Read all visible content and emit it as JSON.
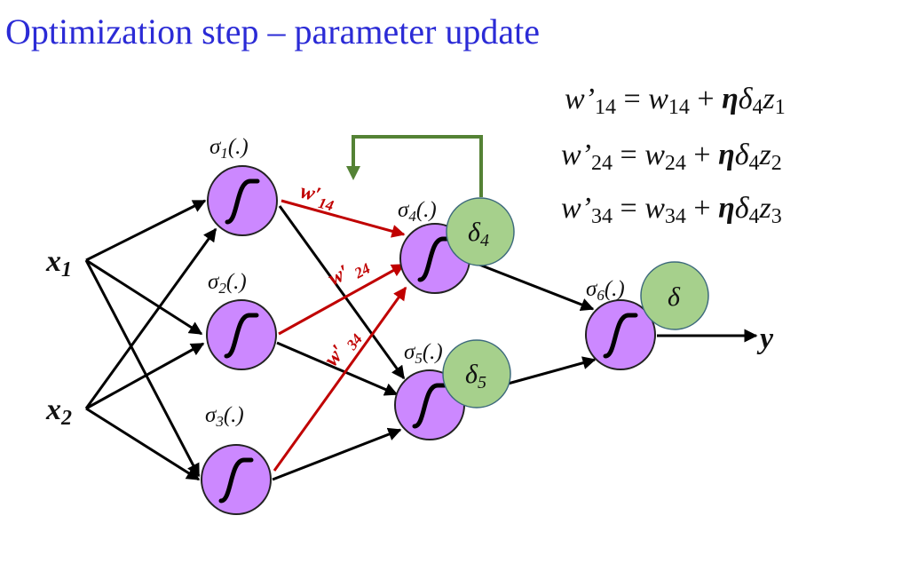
{
  "title": "Optimization step – parameter update",
  "equations": [
    {
      "lhs": "w’",
      "lhs_sub": "14",
      "eq": " = ",
      "w": "w",
      "w_sub": "14",
      "plus": " + ",
      "eta": "η",
      "delta": "δ",
      "delta_sub": "4",
      "z": "z",
      "z_sub": "1"
    },
    {
      "lhs": "w’",
      "lhs_sub": "24",
      "eq": " = ",
      "w": "w",
      "w_sub": "24",
      "plus": " + ",
      "eta": "η",
      "delta": "δ",
      "delta_sub": "4",
      "z": "z",
      "z_sub": "2"
    },
    {
      "lhs": "w’",
      "lhs_sub": "34",
      "eq": " = ",
      "w": "w",
      "w_sub": "34",
      "plus": " + ",
      "eta": "η",
      "delta": "δ",
      "delta_sub": "4",
      "z": "z",
      "z_sub": "3"
    }
  ],
  "inputs": [
    {
      "base": "x",
      "sub": "1"
    },
    {
      "base": "x",
      "sub": "2"
    }
  ],
  "neuron_labels": [
    {
      "sigma": "σ",
      "sub": "1",
      "suffix": "(.)"
    },
    {
      "sigma": "σ",
      "sub": "2",
      "suffix": "(.)"
    },
    {
      "sigma": "σ",
      "sub": "3",
      "suffix": "(.)"
    },
    {
      "sigma": "σ",
      "sub": "4",
      "suffix": "(.)"
    },
    {
      "sigma": "σ",
      "sub": "5",
      "suffix": "(.)"
    },
    {
      "sigma": "σ",
      "sub": "6",
      "suffix": "(.)"
    }
  ],
  "weight_labels": [
    {
      "base": "w′",
      "sub": "14"
    },
    {
      "base": "w′ ",
      "sub": "24"
    },
    {
      "base": "w′ ",
      "sub": "34"
    }
  ],
  "deltas": [
    {
      "base": "δ",
      "sub": "4"
    },
    {
      "base": "δ",
      "sub": "5"
    },
    {
      "base": "δ",
      "sub": ""
    }
  ],
  "output": "y",
  "colors": {
    "title": "#2b2bd6",
    "neuron_fill": "#cc88ff",
    "delta_fill": "#a6d08c",
    "updated_weight": "#c00000",
    "feedback_arrow": "#548235",
    "edge": "#000000"
  }
}
